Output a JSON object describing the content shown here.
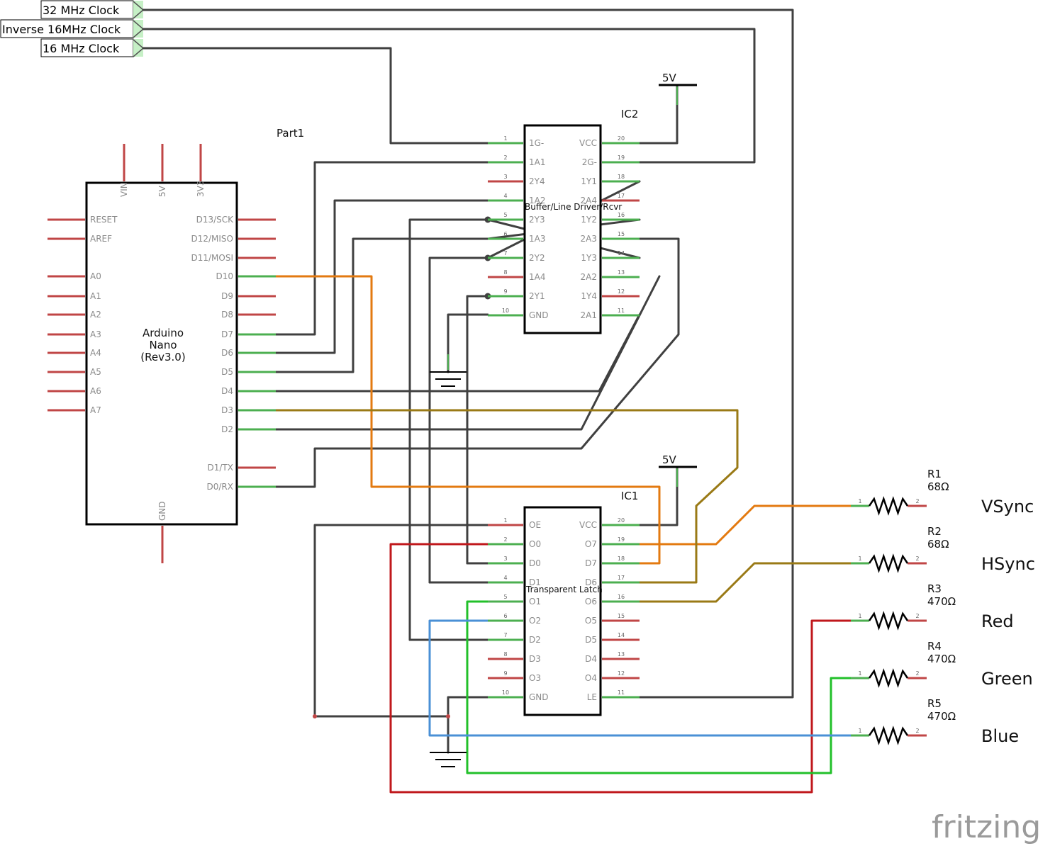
{
  "net_labels": {
    "clock32": "32 MHz Clock",
    "inv16": "Inverse 16MHz Clock",
    "clock16": "16 MHz Clock"
  },
  "arduino": {
    "name": "Part1",
    "title_line1": "Arduino",
    "title_line2": "Nano",
    "title_line3": "(Rev3.0)",
    "top_pins": [
      "VIN",
      "5V",
      "3V3"
    ],
    "bottom_pin": "GND",
    "left_pins": [
      "RESET",
      "AREF",
      "A0",
      "A1",
      "A2",
      "A3",
      "A4",
      "A5",
      "A6",
      "A7"
    ],
    "right_pins": [
      "D13/SCK",
      "D12/MISO",
      "D11/MOSI",
      "D10",
      "D9",
      "D8",
      "D7",
      "D6",
      "D5",
      "D4",
      "D3",
      "D2",
      "D1/TX",
      "D0/RX"
    ]
  },
  "ic2": {
    "name": "IC2",
    "title": "Buffer/Line Driver/Rcvr",
    "left_pins": [
      {
        "num": "1",
        "label": "1G-"
      },
      {
        "num": "2",
        "label": "1A1"
      },
      {
        "num": "3",
        "label": "2Y4"
      },
      {
        "num": "4",
        "label": "1A2"
      },
      {
        "num": "5",
        "label": "2Y3"
      },
      {
        "num": "6",
        "label": "1A3"
      },
      {
        "num": "7",
        "label": "2Y2"
      },
      {
        "num": "8",
        "label": "1A4"
      },
      {
        "num": "9",
        "label": "2Y1"
      },
      {
        "num": "10",
        "label": "GND"
      }
    ],
    "right_pins": [
      {
        "num": "20",
        "label": "VCC"
      },
      {
        "num": "19",
        "label": "2G-"
      },
      {
        "num": "18",
        "label": "1Y1"
      },
      {
        "num": "17",
        "label": "2A4"
      },
      {
        "num": "16",
        "label": "1Y2"
      },
      {
        "num": "15",
        "label": "2A3"
      },
      {
        "num": "14",
        "label": "1Y3"
      },
      {
        "num": "13",
        "label": "2A2"
      },
      {
        "num": "12",
        "label": "1Y4"
      },
      {
        "num": "11",
        "label": "2A1"
      }
    ]
  },
  "ic1": {
    "name": "IC1",
    "title": "Transparent Latch",
    "left_pins": [
      {
        "num": "1",
        "label": "OE"
      },
      {
        "num": "2",
        "label": "O0"
      },
      {
        "num": "3",
        "label": "D0"
      },
      {
        "num": "4",
        "label": "D1"
      },
      {
        "num": "5",
        "label": "O1"
      },
      {
        "num": "6",
        "label": "O2"
      },
      {
        "num": "7",
        "label": "D2"
      },
      {
        "num": "8",
        "label": "D3"
      },
      {
        "num": "9",
        "label": "O3"
      },
      {
        "num": "10",
        "label": "GND"
      }
    ],
    "right_pins": [
      {
        "num": "20",
        "label": "VCC"
      },
      {
        "num": "19",
        "label": "O7"
      },
      {
        "num": "18",
        "label": "D7"
      },
      {
        "num": "17",
        "label": "D6"
      },
      {
        "num": "16",
        "label": "O6"
      },
      {
        "num": "15",
        "label": "O5"
      },
      {
        "num": "14",
        "label": "D5"
      },
      {
        "num": "13",
        "label": "D4"
      },
      {
        "num": "12",
        "label": "O4"
      },
      {
        "num": "11",
        "label": "LE"
      }
    ]
  },
  "power": {
    "top": "5V",
    "bottom": "5V"
  },
  "resistors": [
    {
      "name": "R1",
      "value": "68Ω",
      "signal": "VSync"
    },
    {
      "name": "R2",
      "value": "68Ω",
      "signal": "HSync"
    },
    {
      "name": "R3",
      "value": "470Ω",
      "signal": "Red"
    },
    {
      "name": "R4",
      "value": "470Ω",
      "signal": "Green"
    },
    {
      "name": "R5",
      "value": "470Ω",
      "signal": "Blue"
    }
  ],
  "resistor_pin1": "1",
  "resistor_pin2": "2",
  "brand": "fritzing",
  "colors": {
    "wire": "#404040",
    "orange": "#e37a10",
    "olive": "#9a7a16",
    "red": "#c0181c",
    "green": "#22c02a",
    "blue": "#4a90d6",
    "pin_red": "#c04646",
    "pin_green": "#4caf50"
  }
}
